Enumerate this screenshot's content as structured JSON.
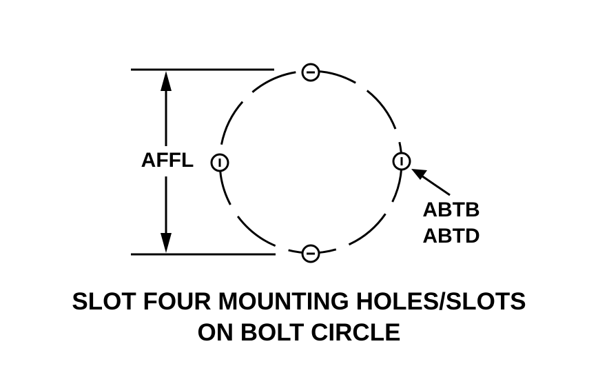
{
  "labels": {
    "dimension": "AFFL",
    "callout_line1": "ABTB",
    "callout_line2": "ABTD"
  },
  "caption": {
    "line1": "SLOT FOUR MOUNTING HOLES/SLOTS",
    "line2": "ON BOLT CIRCLE"
  },
  "colors": {
    "ink": "#000000",
    "background": "#ffffff"
  }
}
